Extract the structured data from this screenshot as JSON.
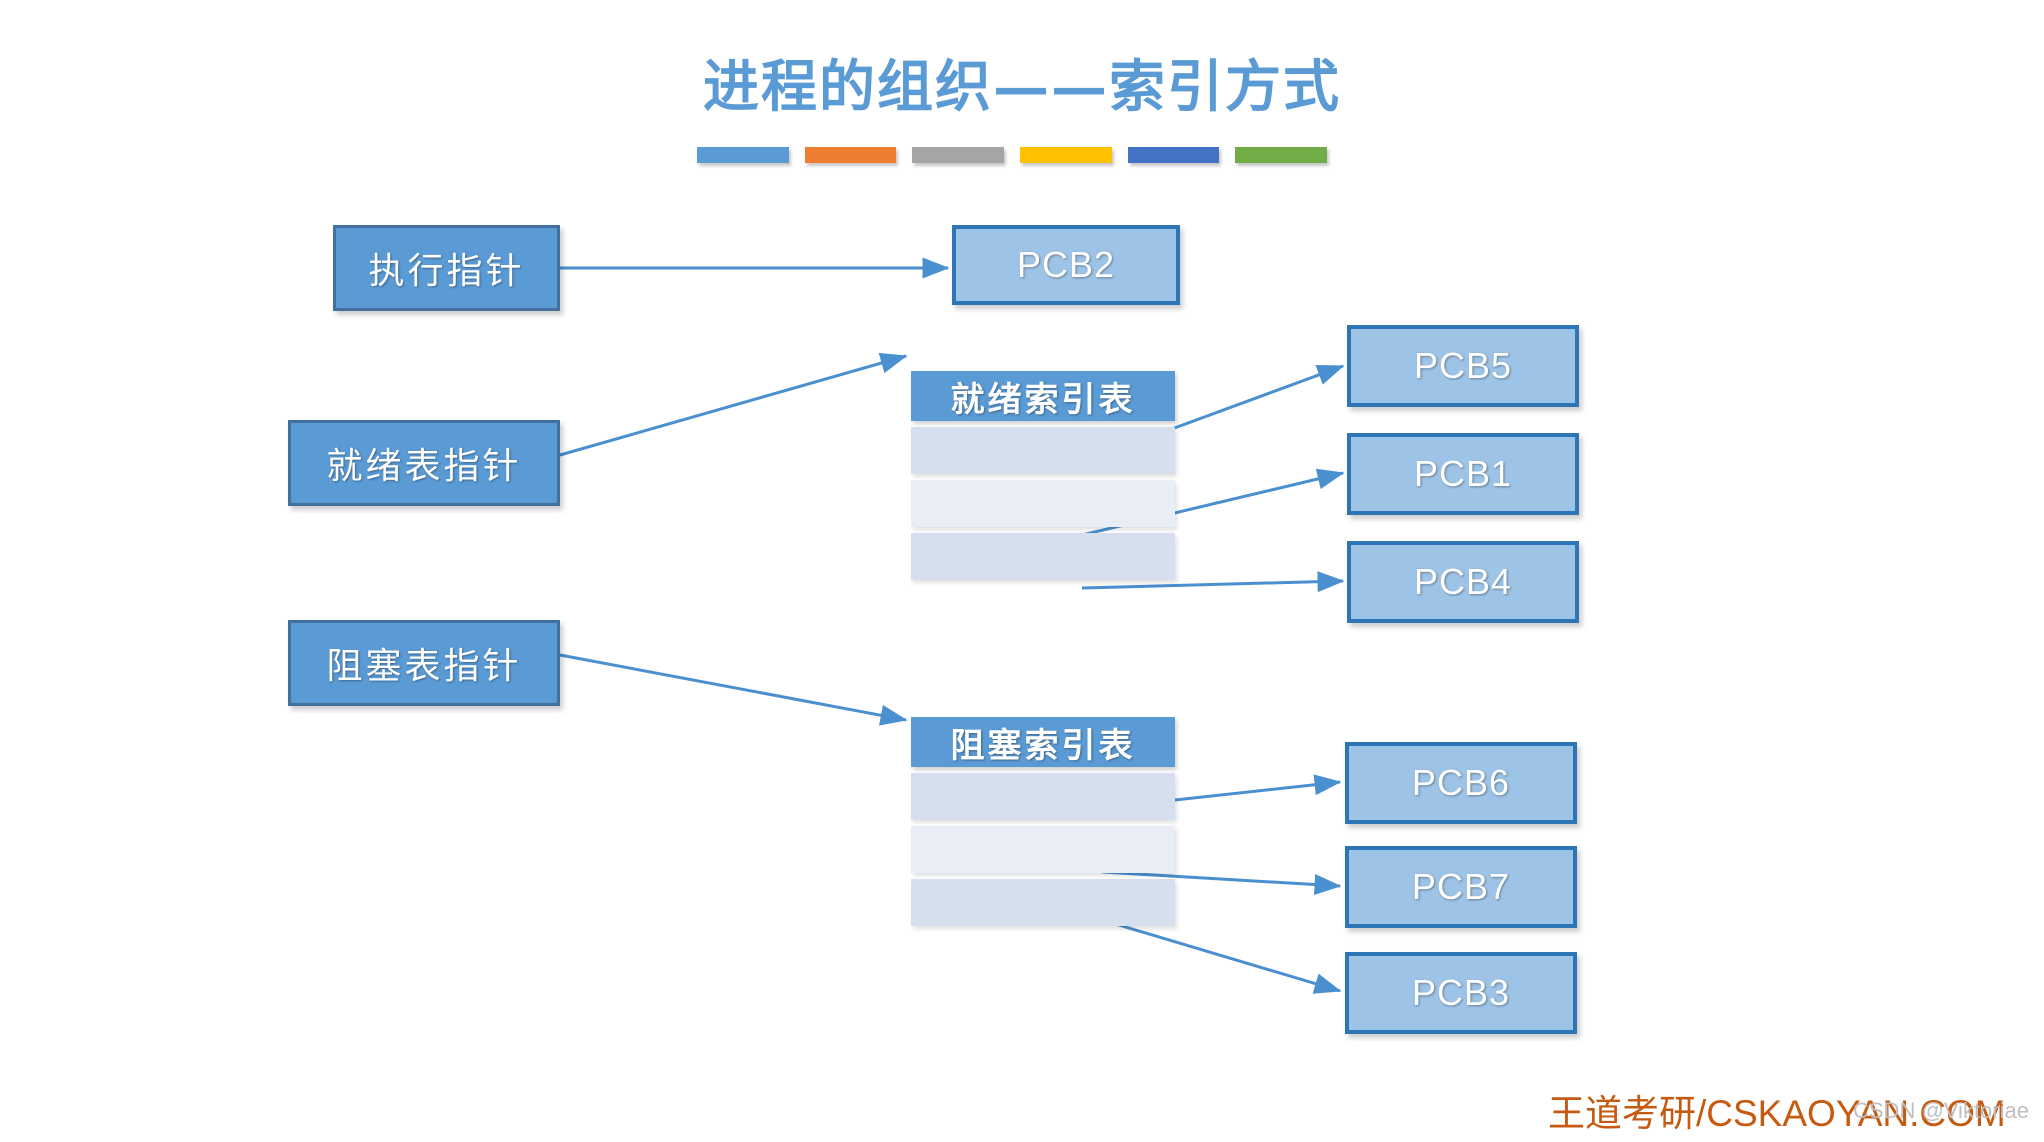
{
  "slide": {
    "title": "进程的组织——索引方式",
    "accent_bars": [
      {
        "name": "bar-blue",
        "color": "#5B9BD5"
      },
      {
        "name": "bar-orange",
        "color": "#ED7D31"
      },
      {
        "name": "bar-gray",
        "color": "#A5A5A5"
      },
      {
        "name": "bar-yellow",
        "color": "#FFC000"
      },
      {
        "name": "bar-dark-blue",
        "color": "#4472C4"
      },
      {
        "name": "bar-green",
        "color": "#70AD47"
      }
    ],
    "background_color": "#FFFFFF",
    "title_color": "#5B9BD5"
  },
  "pointers": {
    "running": "执行指针",
    "ready": "就绪表指针",
    "blocked": "阻塞表指针"
  },
  "running_pcb": "PCB2",
  "tables": {
    "ready": {
      "header": "就绪索引表",
      "rows": [
        "",
        "",
        ""
      ]
    },
    "blocked": {
      "header": "阻塞索引表",
      "rows": [
        "",
        "",
        ""
      ]
    }
  },
  "ready_pcbs": [
    "PCB5",
    "PCB1",
    "PCB4"
  ],
  "blocked_pcbs": [
    "PCB6",
    "PCB7",
    "PCB3"
  ],
  "colors": {
    "pointer_fill": "#5B9BD5",
    "pointer_border": "#41719C",
    "pcb_fill": "#9DC3E6",
    "pcb_border": "#2E75B6",
    "table_header": "#5B9BD5",
    "table_row_dark": "#D6DFEE",
    "table_row_light": "#E9EDF5",
    "connector": "#5B9BD5",
    "watermark": "#C55A11"
  },
  "watermarks": {
    "brand": "王道考研/CSKAOYAN.COM",
    "csdn": "CSDN @Viktoriae"
  }
}
